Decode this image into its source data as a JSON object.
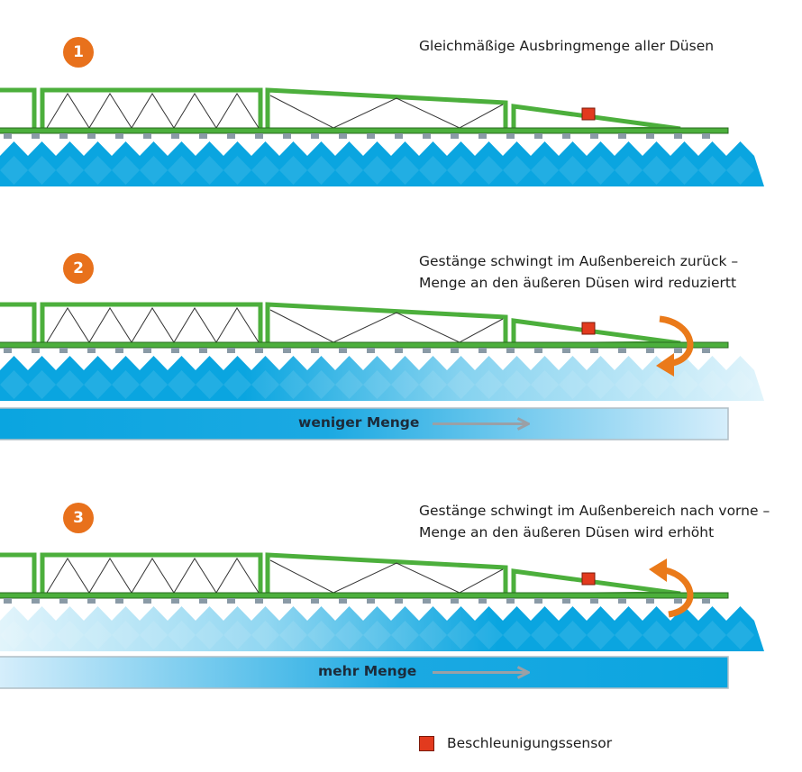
{
  "panels": [
    {
      "number": "1",
      "caption_lines": [
        "Gleichmäßige Ausbringmenge aller Düsen"
      ],
      "spray": "uniform"
    },
    {
      "number": "2",
      "caption_lines": [
        "Gestänge schwingt im Außenbereich zurück –",
        "Menge an den äußeren Düsen wird reduziertt"
      ],
      "spray": "decreasing",
      "motion": "backward",
      "bar_label": "weniger Menge"
    },
    {
      "number": "3",
      "caption_lines": [
        "Gestänge schwingt im Außenbereich nach vorne –",
        "Menge an den äußeren Düsen wird erhöht"
      ],
      "spray": "increasing",
      "motion": "forward",
      "bar_label": "mehr Menge"
    }
  ],
  "legend": {
    "sensor_label": "Beschleunigungssensor"
  },
  "colors": {
    "badge": "#e8711c",
    "boom_frame": "#4caf3c",
    "boom_outline": "#2a6b20",
    "nozzle": "#8a9aa6",
    "spray": "#0aa5e0",
    "sensor": "#e23a1e",
    "motion_arrow": "#ea7a1a",
    "progress_arrow": "#9aa0a6"
  }
}
